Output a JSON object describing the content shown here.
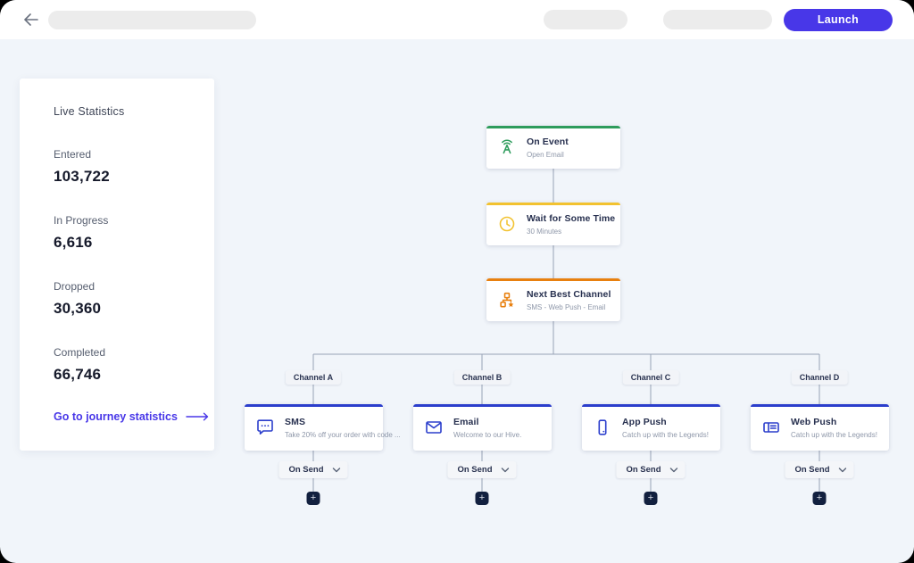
{
  "topbar": {
    "back_icon": "arrow-left-icon",
    "launch_label": "Launch",
    "accent_color": "#4837E8"
  },
  "sidebar": {
    "title": "Live Statistics",
    "stats": [
      {
        "label": "Entered",
        "value": "103,722"
      },
      {
        "label": "In Progress",
        "value": "6,616"
      },
      {
        "label": "Dropped",
        "value": "30,360"
      },
      {
        "label": "Completed",
        "value": "66,746"
      }
    ],
    "link_label": "Go to journey statistics",
    "link_icon": "arrow-right-icon",
    "link_color": "#4837E8"
  },
  "flow": {
    "main_nodes": [
      {
        "title": "On Event",
        "subtitle": "Open Email",
        "icon": "antenna-icon",
        "color": "#2E9C5C"
      },
      {
        "title": "Wait for Some Time",
        "subtitle": "30 Minutes",
        "icon": "clock-icon",
        "color": "#F2C230"
      },
      {
        "title": "Next Best Channel",
        "subtitle": "SMS - Web Push - Email",
        "icon": "hierarchy-icon",
        "color": "#E8800F"
      }
    ],
    "branch_color": "#2B3ECC",
    "branches": [
      {
        "channel": "Channel A",
        "title": "SMS",
        "subtitle": "Take 20% off your order with code ...",
        "icon": "sms-bubble-icon"
      },
      {
        "channel": "Channel B",
        "title": "Email",
        "subtitle": "Welcome to our Hive.",
        "icon": "email-envelope-icon"
      },
      {
        "channel": "Channel C",
        "title": "App Push",
        "subtitle": "Catch up with the Legends!",
        "icon": "smartphone-icon"
      },
      {
        "channel": "Channel D",
        "title": "Web Push",
        "subtitle": "Catch up with the Legends!",
        "icon": "browser-notification-icon"
      }
    ],
    "on_send_label": "On Send",
    "on_send_chevron": "chevron-down-icon",
    "add_label": "+"
  }
}
